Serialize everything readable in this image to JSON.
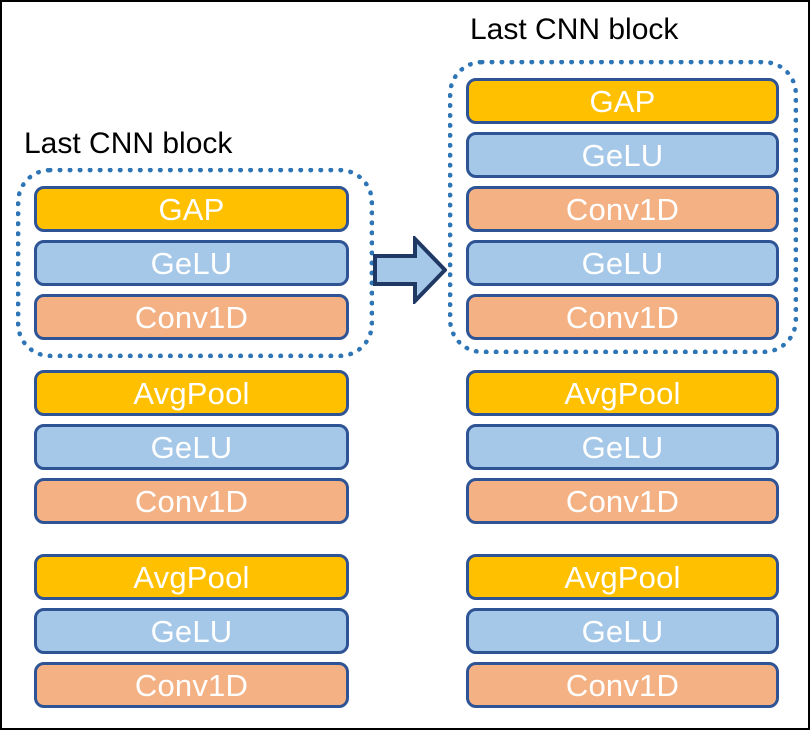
{
  "diagram": {
    "type": "architecture-diagram",
    "background": "#ffffff",
    "frame_border_color": "#000000",
    "palette": {
      "pool_fill": "#FFC000",
      "activation_fill": "#A5C7E8",
      "conv_fill": "#F4B183",
      "bar_border": "#2F5496",
      "dashed_border": "#2E75B6",
      "arrow_fill": "#A5C7E8",
      "arrow_border": "#1F3864",
      "label_text": "#FFFFFF",
      "title_text": "#000000"
    },
    "left": {
      "title": "Last CNN block",
      "highlight_label": "Last CNN block",
      "groups": [
        {
          "in_highlight": true,
          "layers": [
            {
              "label": "GAP",
              "kind": "gap"
            },
            {
              "label": "GeLU",
              "kind": "gelu"
            },
            {
              "label": "Conv1D",
              "kind": "conv1d"
            }
          ]
        },
        {
          "in_highlight": false,
          "layers": [
            {
              "label": "AvgPool",
              "kind": "avgpool"
            },
            {
              "label": "GeLU",
              "kind": "gelu"
            },
            {
              "label": "Conv1D",
              "kind": "conv1d"
            }
          ]
        },
        {
          "in_highlight": false,
          "layers": [
            {
              "label": "AvgPool",
              "kind": "avgpool"
            },
            {
              "label": "GeLU",
              "kind": "gelu"
            },
            {
              "label": "Conv1D",
              "kind": "conv1d"
            }
          ]
        }
      ]
    },
    "arrow": {
      "icon": "right-arrow-icon",
      "direction": "right"
    },
    "right": {
      "title": "Last CNN block",
      "highlight_label": "Last CNN block",
      "groups": [
        {
          "in_highlight": true,
          "layers": [
            {
              "label": "GAP",
              "kind": "gap"
            },
            {
              "label": "GeLU",
              "kind": "gelu"
            },
            {
              "label": "Conv1D",
              "kind": "conv1d"
            },
            {
              "label": "GeLU",
              "kind": "gelu"
            },
            {
              "label": "Conv1D",
              "kind": "conv1d"
            }
          ]
        },
        {
          "in_highlight": false,
          "layers": [
            {
              "label": "AvgPool",
              "kind": "avgpool"
            },
            {
              "label": "GeLU",
              "kind": "gelu"
            },
            {
              "label": "Conv1D",
              "kind": "conv1d"
            }
          ]
        },
        {
          "in_highlight": false,
          "layers": [
            {
              "label": "AvgPool",
              "kind": "avgpool"
            },
            {
              "label": "GeLU",
              "kind": "gelu"
            },
            {
              "label": "Conv1D",
              "kind": "conv1d"
            }
          ]
        }
      ]
    }
  }
}
